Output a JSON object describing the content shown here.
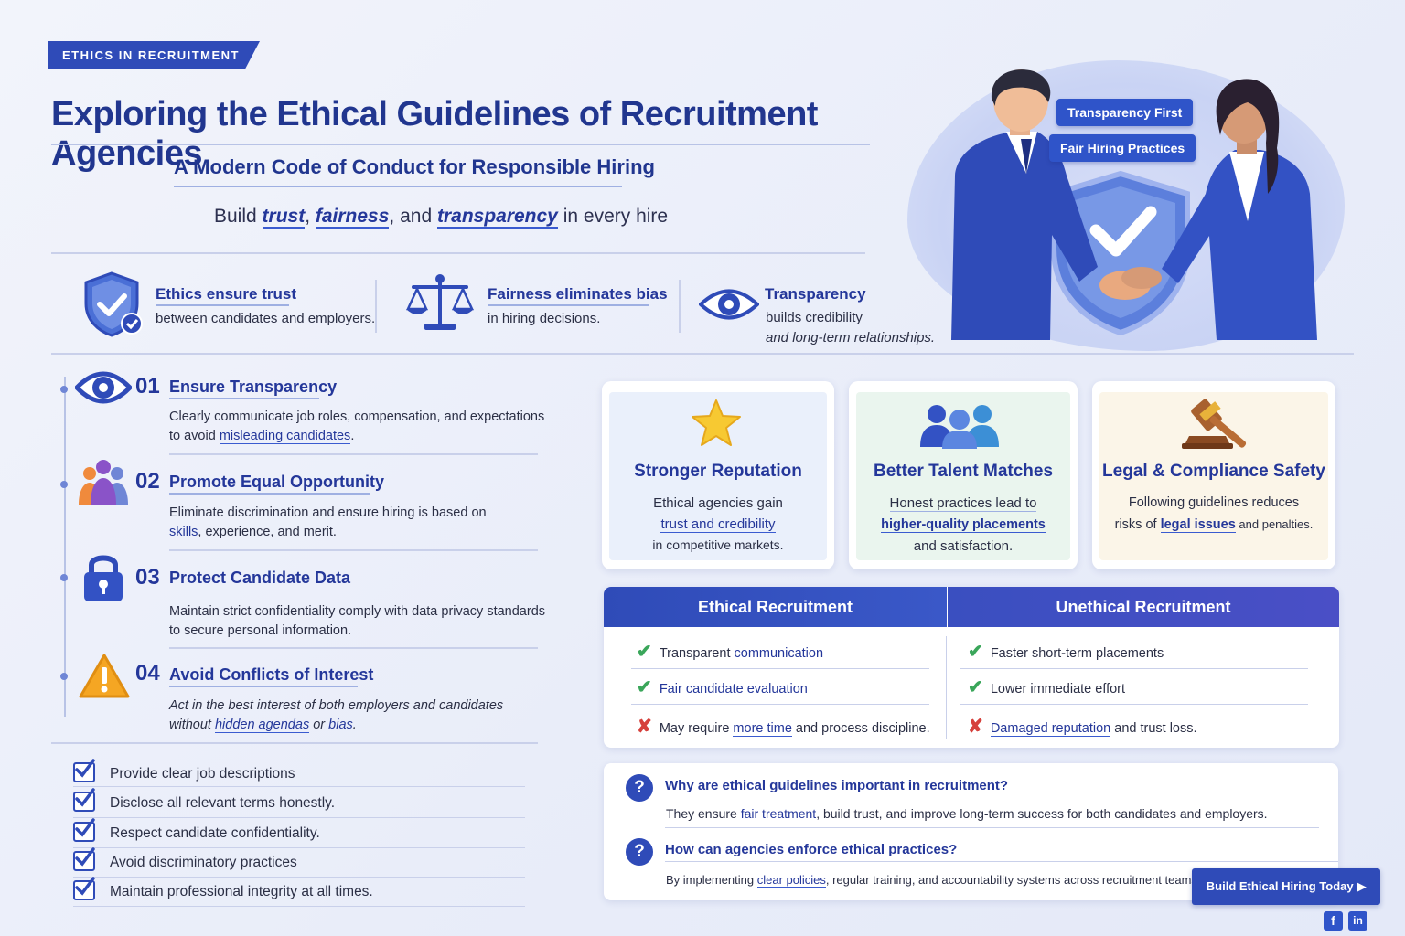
{
  "header": {
    "tag": "ETHICS IN RECRUITMENT",
    "title": "Exploring the Ethical Guidelines of Recruitment Agencies",
    "subtitle": "A Modern Code of Conduct for Responsible Hiring",
    "tagline": {
      "pre": "Build ",
      "w1": "trust",
      "sep1": ", ",
      "w2": "fairness",
      "sep2": ", and ",
      "w3": "transparency",
      "post": " in every hire"
    }
  },
  "pillars": [
    {
      "icon": "shield-check-icon",
      "title": "Ethics ensure trust",
      "desc": "between candidates and employers."
    },
    {
      "icon": "scales-icon",
      "title": "Fairness eliminates bias",
      "desc": "in hiring decisions."
    },
    {
      "icon": "eye-icon",
      "title": "Transparency",
      "desc1": "builds credibility",
      "desc2": "and long-term relationships."
    }
  ],
  "hero": {
    "badges": [
      "Transparency First",
      "Fair Hiring Practices"
    ]
  },
  "steps": [
    {
      "num": "01",
      "title": "Ensure Transparency",
      "icon": "eye-icon",
      "line1": "Clearly communicate job roles, compensation, and expectations",
      "line2_pre": "to avoid ",
      "line2_hl": "misleading candidates",
      "line2_post": "."
    },
    {
      "num": "02",
      "title": "Promote Equal Opportunity",
      "icon": "people-icon",
      "line1": "Eliminate discrimination and ensure hiring is based on",
      "line2_pre": "",
      "line2_hl": "skills",
      "line2_post": ", experience, and merit."
    },
    {
      "num": "03",
      "title": "Protect Candidate Data",
      "icon": "lock-icon",
      "line1": "Maintain strict confidentiality comply with data privacy standards",
      "line2_pre": "to secure personal information.",
      "line2_hl": "",
      "line2_post": ""
    },
    {
      "num": "04",
      "title": "Avoid Conflicts of Interest",
      "icon": "warning-icon",
      "line1": "Act in the best interest of both employers and candidates",
      "line2_pre": "without ",
      "line2_hl": "hidden agendas",
      "line2_mid": " or ",
      "line2_hl2": "bias",
      "line2_post": "."
    }
  ],
  "checklist": [
    "Provide clear job descriptions",
    "Disclose all relevant terms honestly.",
    "Respect candidate confidentiality.",
    "Avoid discriminatory practices",
    "Maintain professional integrity at all times."
  ],
  "benefits": [
    {
      "icon": "star-icon",
      "title": "Stronger Reputation",
      "l1": "Ethical agencies gain",
      "l2": "trust and credibility",
      "l3": "in competitive markets.",
      "bg": "#eaf0fb"
    },
    {
      "icon": "team-icon",
      "title": "Better Talent Matches",
      "l1": "Honest practices lead to",
      "l2": "higher-quality placements",
      "l3": "and satisfaction.",
      "bg": "#eaf5ee"
    },
    {
      "icon": "gavel-icon",
      "title": "Legal & Compliance Safety",
      "l1": "Following guidelines reduces",
      "l2_pre": "risks of ",
      "l2": "legal issues",
      "l2_post": " and penalties.",
      "bg": "#fbf5e8"
    }
  ],
  "comparison": {
    "left_header": "Ethical Recruitment",
    "right_header": "Unethical Recruitment",
    "left_rows": [
      {
        "mark": "✔",
        "pre": "Transparent ",
        "hl": "communication",
        "post": ""
      },
      {
        "mark": "✔",
        "pre": "",
        "hl": "Fair candidate evaluation",
        "post": ""
      },
      {
        "mark": "✘",
        "pre": "May require ",
        "hl": "more time",
        "post": " and process discipline."
      }
    ],
    "right_rows": [
      {
        "mark": "✔",
        "pre": "Faster short-term placements",
        "hl": "",
        "post": ""
      },
      {
        "mark": "✔",
        "pre": "Lower immediate effort",
        "hl": "",
        "post": ""
      },
      {
        "mark": "✘",
        "pre": "",
        "hl": "Damaged reputation",
        "post": " and trust loss."
      }
    ]
  },
  "faq": [
    {
      "q": "Why are ethical guidelines important in recruitment?",
      "a_pre": "They ensure ",
      "a_hl": "fair treatment",
      "a_post": ", build trust, and improve long-term success for both candidates and employers."
    },
    {
      "q": "How can agencies enforce ethical practices?",
      "a_pre": "By implementing ",
      "a_hl": "clear policies",
      "a_post": ", regular training, and accountability systems across recruitment teams."
    }
  ],
  "cta": {
    "label": "Build Ethical Hiring Today ▶"
  },
  "social": {
    "facebook": "f",
    "linkedin": "in"
  },
  "colors": {
    "primary": "#2f4bb8",
    "heading": "#24379a",
    "check": "#3aa65a",
    "cross": "#d6413c"
  }
}
